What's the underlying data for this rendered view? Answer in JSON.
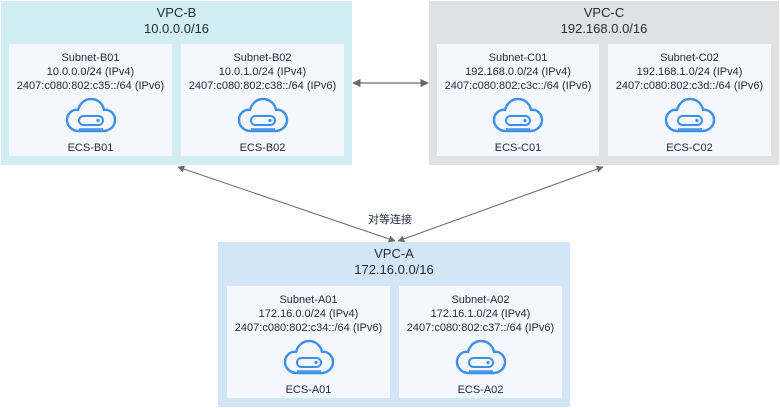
{
  "diagram": {
    "peering_label": "对等连接",
    "colors": {
      "vpc_b_bg": "#d0eef4",
      "vpc_c_bg": "#dfe1e3",
      "vpc_a_bg": "#d2e6f8",
      "subnet_bg": "#f4f8fe",
      "icon_blue": "#3d8fe8",
      "arrow": "#6a6a6a"
    },
    "vpcs": {
      "b": {
        "name": "VPC-B",
        "cidr": "10.0.0.0/16",
        "subnets": [
          {
            "name": "Subnet-B01",
            "ipv4": "10.0.0.0/24 (IPv4)",
            "ipv6": "2407:c080:802:c35::/64 (IPv6)",
            "ecs": "ECS-B01",
            "icon": "cloud-server-icon"
          },
          {
            "name": "Subnet-B02",
            "ipv4": "10.0.1.0/24 (IPv4)",
            "ipv6": "2407:c080:802:c38::/64 (IPv6)",
            "ecs": "ECS-B02",
            "icon": "cloud-server-icon"
          }
        ]
      },
      "c": {
        "name": "VPC-C",
        "cidr": "192.168.0.0/16",
        "subnets": [
          {
            "name": "Subnet-C01",
            "ipv4": "192.168.0.0/24 (IPv4)",
            "ipv6": "2407:c080:802:c3c::/64 (IPv6)",
            "ecs": "ECS-C01",
            "icon": "cloud-server-icon"
          },
          {
            "name": "Subnet-C02",
            "ipv4": "192.168.1.0/24 (IPv4)",
            "ipv6": "2407:c080:802:c3d::/64 (IPv6)",
            "ecs": "ECS-C02",
            "icon": "cloud-server-icon"
          }
        ]
      },
      "a": {
        "name": "VPC-A",
        "cidr": "172.16.0.0/16",
        "subnets": [
          {
            "name": "Subnet-A01",
            "ipv4": "172.16.0.0/24 (IPv4)",
            "ipv6": "2407:c080:802:c34::/64 (IPv6)",
            "ecs": "ECS-A01",
            "icon": "cloud-server-icon"
          },
          {
            "name": "Subnet-A02",
            "ipv4": "172.16.1.0/24 (IPv4)",
            "ipv6": "2407:c080:802:c37::/64 (IPv6)",
            "ecs": "ECS-A02",
            "icon": "cloud-server-icon"
          }
        ]
      }
    },
    "connections": [
      {
        "from": "VPC-B",
        "to": "VPC-C",
        "type": "bidirectional"
      },
      {
        "from": "VPC-B",
        "to": "VPC-A",
        "type": "bidirectional"
      },
      {
        "from": "VPC-C",
        "to": "VPC-A",
        "type": "bidirectional"
      }
    ]
  }
}
